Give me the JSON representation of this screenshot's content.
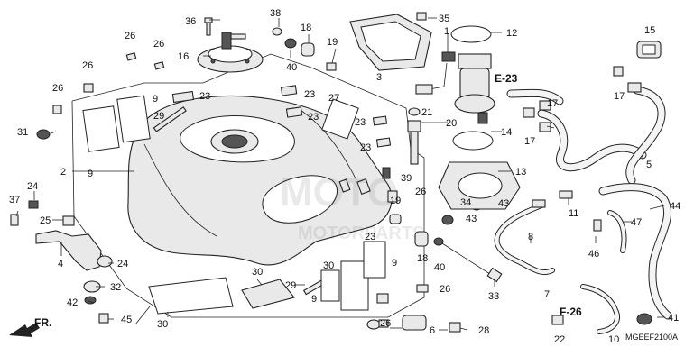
{
  "diagram": {
    "section_labels": {
      "e23": "E-23",
      "f26": "F-26"
    },
    "drawing_code": "MGEEF2100A",
    "direction_label": "FR.",
    "callouts": {
      "n1": "1",
      "n2": "2",
      "n3": "3",
      "n4": "4",
      "n5": "5",
      "n6": "6",
      "n7": "7",
      "n8": "8",
      "n9a": "9",
      "n9b": "9",
      "n9c": "9",
      "n9d": "9",
      "n10": "10",
      "n11": "11",
      "n12": "12",
      "n13": "13",
      "n14": "14",
      "n15": "15",
      "n16": "16",
      "n17a": "17",
      "n17b": "17",
      "n17c": "17",
      "n18a": "18",
      "n18b": "18",
      "n19a": "19",
      "n19b": "19",
      "n20": "20",
      "n21": "21",
      "n22": "22",
      "n23a": "23",
      "n23b": "23",
      "n23c": "23",
      "n23d": "23",
      "n23e": "23",
      "n23f": "23",
      "n24a": "24",
      "n24b": "24",
      "n25": "25",
      "n26a": "26",
      "n26b": "26",
      "n26c": "26",
      "n26d": "26",
      "n26e": "26",
      "n26f": "26",
      "n26g": "26",
      "n27": "27",
      "n28": "28",
      "n29a": "29",
      "n29b": "29",
      "n30a": "30",
      "n30b": "30",
      "n30c": "30",
      "n31": "31",
      "n32": "32",
      "n33": "33",
      "n34": "34",
      "n35": "35",
      "n36": "36",
      "n37": "37",
      "n38": "38",
      "n39": "39",
      "n40a": "40",
      "n40b": "40",
      "n41": "41",
      "n42": "42",
      "n43a": "43",
      "n43b": "43",
      "n44": "44",
      "n45": "45",
      "n46": "46",
      "n47": "47"
    },
    "icons": [
      "fuel-tank-icon",
      "fuel-pump-icon",
      "fuel-cap-icon",
      "hose-icon",
      "bolt-icon",
      "clip-icon",
      "grommet-icon",
      "bracket-icon",
      "front-arrow-icon"
    ]
  }
}
